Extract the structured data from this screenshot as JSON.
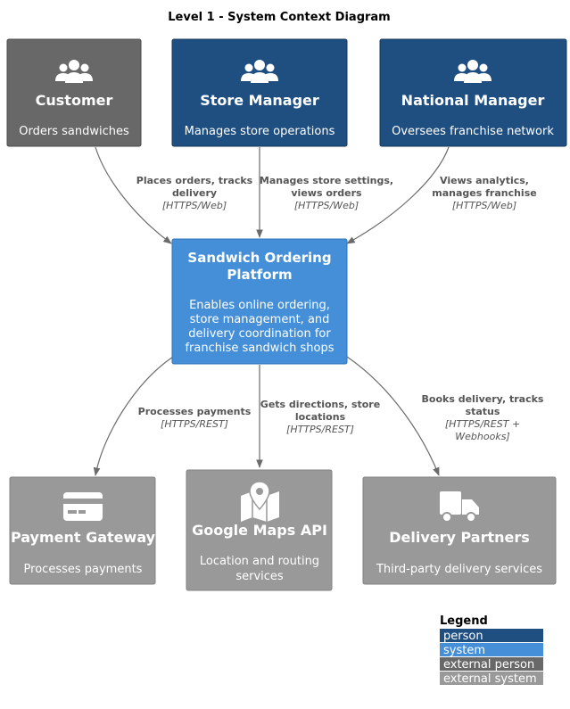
{
  "title": "Level 1 - System Context Diagram",
  "colors": {
    "person": "#1f4f80",
    "system": "#448fd8",
    "external_person": "#686868",
    "external_system": "#999999",
    "edge": "#6b6b6b"
  },
  "nodes": {
    "customer": {
      "name": "Customer",
      "description": [
        "Orders sandwiches"
      ],
      "icon": "users-icon"
    },
    "store_manager": {
      "name": "Store Manager",
      "description": [
        "Manages store operations"
      ],
      "icon": "users-icon"
    },
    "national_manager": {
      "name": "National Manager",
      "description": [
        "Oversees franchise network"
      ],
      "icon": "users-icon"
    },
    "platform": {
      "name": [
        "Sandwich Ordering",
        "Platform"
      ],
      "description": [
        "Enables online ordering,",
        "store management, and",
        "delivery coordination for",
        "franchise sandwich shops"
      ]
    },
    "payment_gateway": {
      "name": "Payment Gateway",
      "description": [
        "Processes payments"
      ],
      "icon": "credit-card-icon"
    },
    "google_maps": {
      "name": "Google Maps API",
      "description": [
        "Location and routing",
        "services"
      ],
      "icon": "map-pin-icon"
    },
    "delivery_partners": {
      "name": "Delivery Partners",
      "description": [
        "Third-party delivery services"
      ],
      "icon": "truck-icon"
    }
  },
  "edges": {
    "customer_platform": {
      "label": [
        "Places orders, tracks",
        "delivery"
      ],
      "tech": "[HTTPS/Web]"
    },
    "store_manager_platform": {
      "label": [
        "Manages store settings,",
        "views orders"
      ],
      "tech": "[HTTPS/Web]"
    },
    "national_manager_platform": {
      "label": [
        "Views analytics,",
        "manages franchise"
      ],
      "tech": "[HTTPS/Web]"
    },
    "platform_payment": {
      "label": [
        "Processes payments"
      ],
      "tech": "[HTTPS/REST]"
    },
    "platform_maps": {
      "label": [
        "Gets directions, store",
        "locations"
      ],
      "tech": "[HTTPS/REST]"
    },
    "platform_delivery": {
      "label": [
        "Books delivery, tracks",
        "status"
      ],
      "tech": [
        "[HTTPS/REST +",
        "Webhooks]"
      ]
    }
  },
  "legend": {
    "title": "Legend",
    "items": [
      "person",
      "system",
      "external person",
      "external system"
    ]
  }
}
